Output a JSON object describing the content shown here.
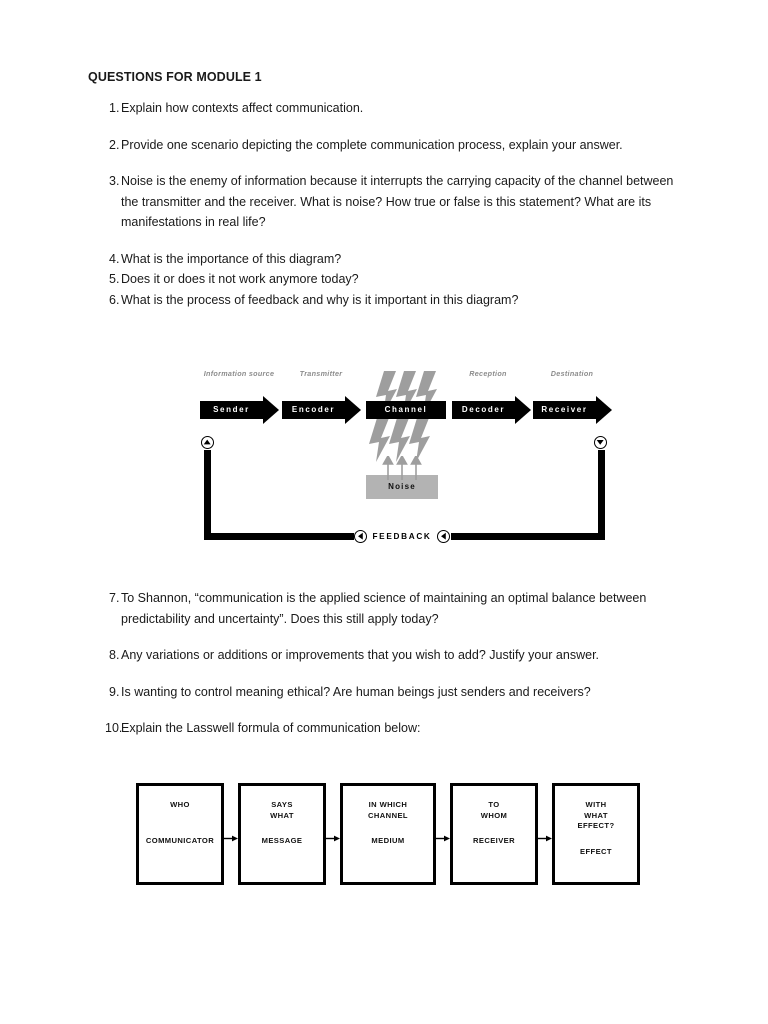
{
  "document": {
    "title": "QUESTIONS FOR MODULE 1",
    "questions": [
      {
        "num": "1.",
        "text": "Explain how contexts affect communication."
      },
      {
        "num": "2.",
        "text": "Provide one scenario depicting the complete communication process, explain your answer."
      },
      {
        "num": "3.",
        "text": "Noise is the enemy of information because it interrupts the carrying capacity of the channel between the transmitter and the receiver.  What is noise? How true or false is this statement? What are its manifestations in real life?"
      },
      {
        "num": "4.",
        "text": "What is the importance of this diagram?"
      },
      {
        "num": "5.",
        "text": "Does it or does it not work anymore today?"
      },
      {
        "num": "6.",
        "text": "What is the process of feedback and why is it important in this diagram?"
      },
      {
        "num": "7.",
        "text": "To Shannon, “communication is the applied science of maintaining an optimal balance between predictability and uncertainty”. Does this still apply today?"
      },
      {
        "num": "8.",
        "text": "Any variations or additions or improvements that you wish to add? Justify your answer."
      },
      {
        "num": "9.",
        "text": "Is wanting to control meaning ethical? Are human beings just senders and receivers?"
      },
      {
        "num": "10.",
        "text": "Explain the Lasswell formula of communication below:"
      }
    ]
  },
  "shannon_diagram": {
    "labels": {
      "information_source": "Information source",
      "transmitter": "Transmitter",
      "reception": "Reception",
      "destination": "Destination"
    },
    "stages": {
      "sender": "Sender",
      "encoder": "Encoder",
      "channel": "Channel",
      "decoder": "Decoder",
      "receiver": "Receiver"
    },
    "noise": "Noise",
    "feedback": "FEEDBACK",
    "colors": {
      "block": "#000000",
      "noise_box": "#b3b3b3",
      "bolt": "#9e9e9e",
      "label_text": "#8c8c8c"
    }
  },
  "lasswell_diagram": {
    "boxes": [
      {
        "top": "WHO",
        "bottom": "COMMUNICATOR"
      },
      {
        "top": "SAYS\nWHAT",
        "bottom": "MESSAGE"
      },
      {
        "top": "IN WHICH\nCHANNEL",
        "bottom": "MEDIUM"
      },
      {
        "top": "TO\nWHOM",
        "bottom": "RECEIVER"
      },
      {
        "top": "WITH\nWHAT\nEFFECT?",
        "bottom": "EFFECT"
      }
    ]
  }
}
